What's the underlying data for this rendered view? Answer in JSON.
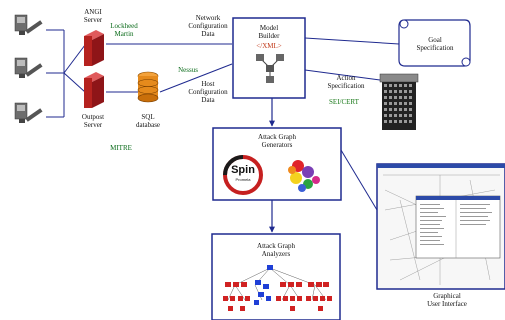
{
  "labels": {
    "angi_server": "ANGI\nServer",
    "lockheed_martin": "Lockheed\nMartin",
    "outpost_server": "Outpost\nServer",
    "sql_database": "SQL\ndatabase",
    "mitre": "MITRE",
    "nessus": "Nessus",
    "network_config": "Network\nConfiguration\nData",
    "host_config": "Host\nConfiguration\nData",
    "model_builder": "Model\nBuilder",
    "xml_tag": "</XML>",
    "goal_spec": "Goal\nSpecification",
    "action_spec": "Action\nSpecification",
    "sei_cert": "SEI/CERT",
    "attack_graph_generator": "Attack Graph\nGenerators",
    "spin_logo": "Spin",
    "spin_sub": "Promela",
    "attack_graph_analyzers": "Attack Graph\nAnalyzers",
    "gui": "Graphical\nUser Interface"
  },
  "colors": {
    "border_blue": "#1f2a8f",
    "label_green": "#0a6b1a",
    "server_red": "#c0282a",
    "db_orange": "#e58a1c",
    "xml_red": "#c23a1a"
  },
  "icons": {
    "workstations": [
      "computer-icon",
      "computer-icon",
      "computer-icon"
    ],
    "servers": [
      "server-icon",
      "server-icon"
    ],
    "database": "database-icon",
    "scroll": "scroll-icon",
    "keyboard": "grid-keypad-icon",
    "spin": "spin-logo-icon",
    "graph_blob": "colored-graph-icon",
    "tree_graph": "attack-graph-tree-icon",
    "screenshot": "gui-screenshot-icon"
  }
}
